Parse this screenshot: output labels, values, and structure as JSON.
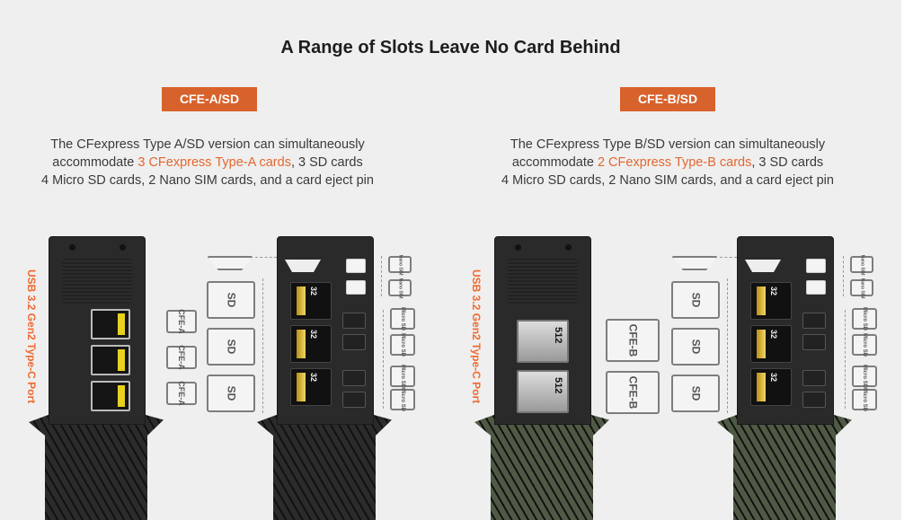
{
  "title": "A Range of Slots Leave No Card Behind",
  "panels": [
    {
      "badge": "CFE-A/SD",
      "desc_line1": "The CFexpress Type A/SD version can simultaneously",
      "desc_line2_pre": "accommodate ",
      "desc_line2_highlight": "3 CFexpress Type-A cards",
      "desc_line2_post": ", 3 SD cards",
      "desc_line3": "4 Micro SD cards, 2 Nano SIM cards, and a card eject pin",
      "port_label": "USB 3.2 Gen2 Type-C Port",
      "express_card_label": "CFE-A",
      "express_count": 3,
      "sd_label": "SD",
      "sd_card_text": "32",
      "micro_label": "Micro SD",
      "nano_label": "Nano SIM",
      "grip_color": "#2b2b2b"
    },
    {
      "badge": "CFE-B/SD",
      "desc_line1": "The CFexpress Type B/SD version can simultaneously",
      "desc_line2_pre": "accommodate ",
      "desc_line2_highlight": "2 CFexpress Type-B cards",
      "desc_line2_post": ", 3 SD cards",
      "desc_line3": "4 Micro SD cards, 2 Nano SIM cards, and a card eject pin",
      "port_label": "USB 3.2 Gen2 Type-C Port",
      "express_card_label": "CFE-B",
      "express_count": 2,
      "express_card_text": "512",
      "sd_label": "SD",
      "sd_card_text": "32",
      "micro_label": "Micro SD",
      "nano_label": "Nano SIM",
      "grip_color": "#4f5a45"
    }
  ],
  "colors": {
    "accent": "#d8622c",
    "highlight": "#e2672f",
    "background": "#efefef"
  }
}
